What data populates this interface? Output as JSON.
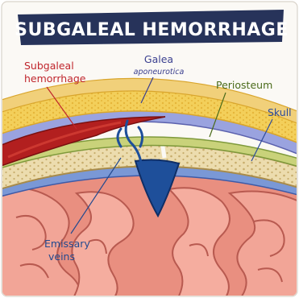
{
  "title": "SUBGALEAL HEMORRHAGE",
  "labels": {
    "subgaleal_line1": "Subgaleal",
    "subgaleal_line2": "hemorrhage",
    "galea_line1": "Galea",
    "galea_line2": "aponeurotica",
    "periosteum": "Periosteum",
    "skull": "Skull",
    "emissary_line1": "Emissary",
    "emissary_line2": "veins"
  },
  "colors": {
    "banner": "#27335a",
    "banner_text": "#ffffff",
    "hemorrhage": "#b21f1f",
    "galea": "#6c6fb8",
    "periosteum": "#7f9a3c",
    "skull": "#e8d7a8",
    "dura": "#6f8dd0",
    "sinus": "#1e4f9a",
    "brain": "#f0a090",
    "scalp": "#f2c64b"
  },
  "label_colors": {
    "subgaleal": "#c0262d",
    "galea": "#3a3f8f",
    "periosteum": "#4a6b1a",
    "skull": "#2b4a9a",
    "emissary": "#234a8f"
  }
}
